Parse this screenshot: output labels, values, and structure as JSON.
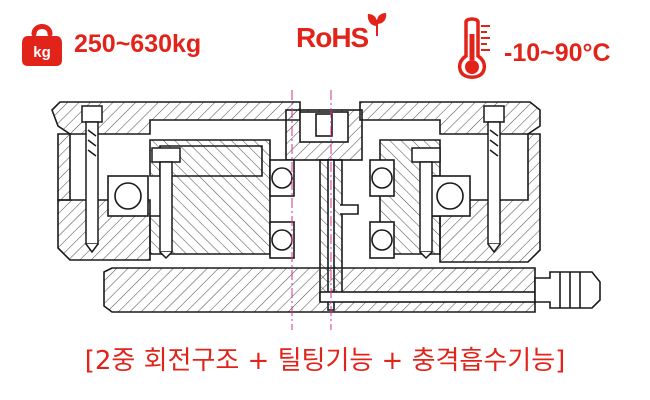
{
  "specs": {
    "weight": {
      "icon_label": "kg",
      "value": "250~630kg",
      "icon": "weight-kg-icon"
    },
    "rohs": {
      "label": "RoHS",
      "icon": "leaf-icon"
    },
    "temperature": {
      "value": "-10~90°C",
      "icon": "thermometer-icon"
    }
  },
  "caption": "[2중 회전구조 + 틸팅기능 + 충격흡수기능]",
  "colors": {
    "accent": "#e2231a",
    "line": "#1a1a1a",
    "centerline": "#d6338c",
    "hatch": "#555555"
  }
}
